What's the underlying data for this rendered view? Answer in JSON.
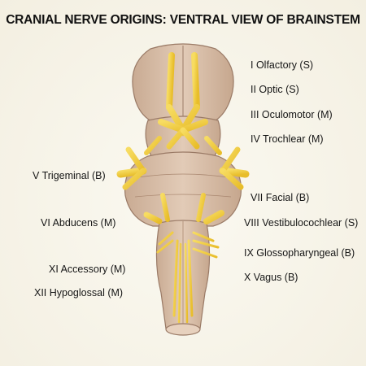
{
  "title": "CRANIAL NERVE ORIGINS: VENTRAL VIEW OF BRAINSTEM",
  "colors": {
    "background": "#f6f3e8",
    "brainstem_fill": "#d6bba4",
    "brainstem_stroke": "#9a7a66",
    "nerve": "#f1cc3c",
    "nerve_stroke": "#b58f1a",
    "text": "#161616"
  },
  "nerves": [
    {
      "id": "cn1",
      "label": "I Olfactory (S)"
    },
    {
      "id": "cn2",
      "label": "II Optic (S)"
    },
    {
      "id": "cn3",
      "label": "III Oculomotor (M)"
    },
    {
      "id": "cn4",
      "label": "IV Trochlear (M)"
    },
    {
      "id": "cn5",
      "label": "V Trigeminal (B)"
    },
    {
      "id": "cn6",
      "label": "VI Abducens (M)"
    },
    {
      "id": "cn7",
      "label": "VII Facial (B)"
    },
    {
      "id": "cn8",
      "label": "VIII Vestibulocochlear (S)"
    },
    {
      "id": "cn9",
      "label": "IX Glossopharyngeal (B)"
    },
    {
      "id": "cn10",
      "label": "X Vagus (B)"
    },
    {
      "id": "cn11",
      "label": "XI Accessory (M)"
    },
    {
      "id": "cn12",
      "label": "XII Hypoglossal (M)"
    }
  ]
}
